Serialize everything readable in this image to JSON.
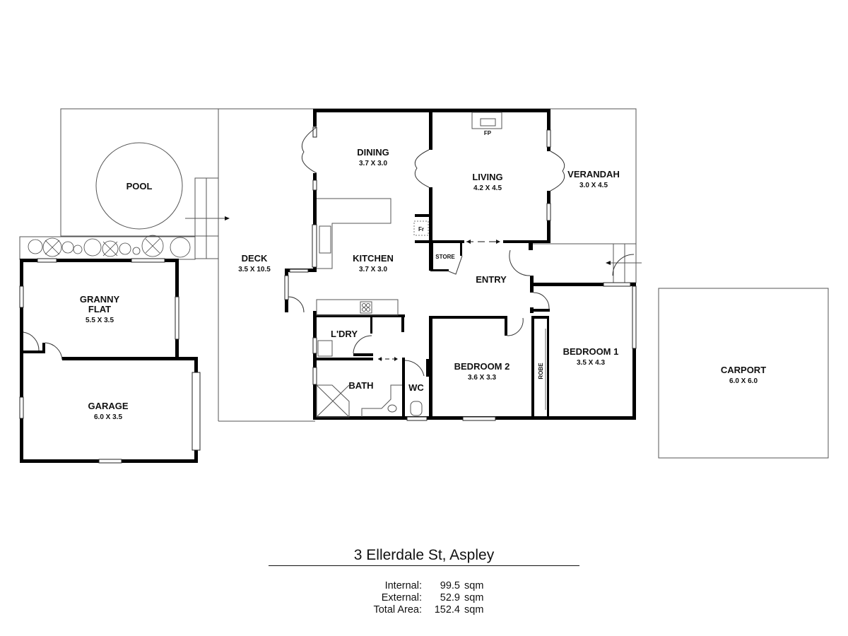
{
  "plan": {
    "address": "3 Ellerdale St, Aspley",
    "rooms": {
      "pool": {
        "name": "POOL"
      },
      "dining": {
        "name": "DINING",
        "dims": "3.7 X 3.0"
      },
      "living": {
        "name": "LIVING",
        "dims": "4.2 X 4.5"
      },
      "verandah": {
        "name": "VERANDAH",
        "dims": "3.0 X 4.5"
      },
      "deck": {
        "name": "DECK",
        "dims": "3.5 X 10.5"
      },
      "kitchen": {
        "name": "KITCHEN",
        "dims": "3.7 X 3.0"
      },
      "entry": {
        "name": "ENTRY"
      },
      "store": {
        "name": "STORE"
      },
      "granny_flat": {
        "name_line1": "GRANNY",
        "name_line2": "FLAT",
        "dims": "5.5 X 3.5"
      },
      "garage": {
        "name": "GARAGE",
        "dims": "6.0 X 3.5"
      },
      "laundry": {
        "name": "L'DRY"
      },
      "bath": {
        "name": "BATH"
      },
      "wc": {
        "name": "WC"
      },
      "bedroom2": {
        "name": "BEDROOM 2",
        "dims": "3.6 X 3.3"
      },
      "bedroom1": {
        "name": "BEDROOM 1",
        "dims": "3.5 X 4.3"
      },
      "robe": {
        "name": "ROBE"
      },
      "carport": {
        "name": "CARPORT",
        "dims": "6.0 X 6.0"
      }
    },
    "fixtures": {
      "fireplace": "FP",
      "fridge": "Fr"
    }
  },
  "areas": [
    {
      "label": "Internal:",
      "value": "99.5",
      "unit": "sqm"
    },
    {
      "label": "External:",
      "value": "52.9",
      "unit": "sqm"
    },
    {
      "label": "Total Area:",
      "value": "152.4",
      "unit": "sqm"
    }
  ]
}
